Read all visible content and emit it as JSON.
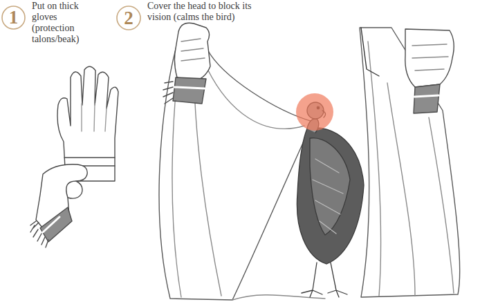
{
  "diagram": {
    "nodes": [
      {
        "text": [
          "1",
          "Put on thick gloves (protection talons/beak)"
        ]
      },
      {
        "text": [
          "2",
          "Cover the head to block its vision (calms the bird)"
        ]
      }
    ]
  }
}
